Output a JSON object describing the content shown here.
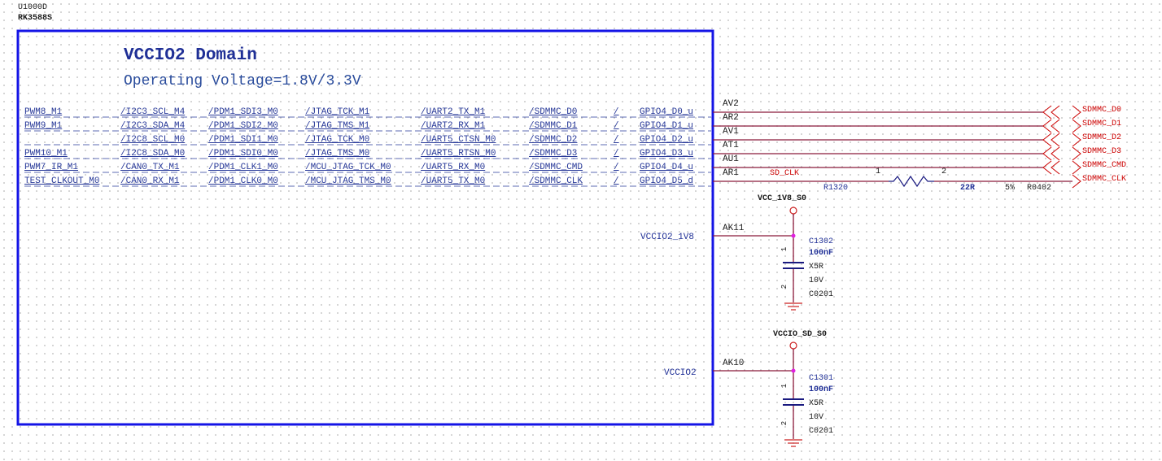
{
  "designator": "U1000D",
  "part": "RK3588S",
  "domain_title": "VCCIO2 Domain",
  "voltage": "Operating Voltage=1.8V/3.3V",
  "pin_rows": [
    [
      "PWM8_M1",
      "/I2C3_SCL_M4",
      "/PDM1_SDI3_M0",
      "/JTAG_TCK_M1",
      "/UART2_TX_M1",
      "/SDMMC_D0",
      "/",
      "GPIO4_D0_u",
      "AV2"
    ],
    [
      "PWM9_M1",
      "/I2C3_SDA_M4",
      "/PDM1_SDI2_M0",
      "/JTAG_TMS_M1",
      "/UART2_RX_M1",
      "/SDMMC_D1",
      "/",
      "GPIO4_D1_u",
      "AR2"
    ],
    [
      "",
      "/I2C8_SCL_M0",
      "/PDM1_SDI1_M0",
      "/JTAG_TCK_M0",
      "/UART5_CTSN_M0",
      "/SDMMC_D2",
      "/",
      "GPIO4_D2_u",
      "AV1"
    ],
    [
      "PWM10_M1",
      "/I2C8_SDA_M0",
      "/PDM1_SDI0_M0",
      "/JTAG_TMS_M0",
      "/UART5_RTSN_M0",
      "/SDMMC_D3",
      "/",
      "GPIO4_D3_u",
      "AT1"
    ],
    [
      "PWM7_IR_M1",
      "/CAN0_TX_M1",
      "/PDM1_CLK1_M0",
      "/MCU_JTAG_TCK_M0",
      "/UART5_RX_M0",
      "/SDMMC_CMD",
      "/",
      "GPIO4_D4_u",
      "AU1"
    ],
    [
      "TEST_CLKOUT_M0",
      "/CAN0_RX_M1",
      "/PDM1_CLK0_M0",
      "/MCU_JTAG_TMS_M0",
      "/UART5_TX_M0",
      "/SDMMC_CLK",
      "/",
      "GPIO4_D5_d",
      "AR1"
    ]
  ],
  "net_ports": [
    "SDMMC_D0",
    "SDMMC_D1",
    "SDMMC_D2",
    "SDMMC_D3",
    "SDMMC_CMD",
    "SDMMC_CLK"
  ],
  "sd_clk_net": "SD_CLK",
  "resistor": {
    "ref": "R1320",
    "pin1": "1",
    "pin2": "2",
    "value": "22R",
    "tolerance": "5%",
    "package": "R0402"
  },
  "power_pins": [
    {
      "net_label": "VCCIO2_1V8",
      "pin": "AK11",
      "rail": "VCC_1V8_S0",
      "cap": {
        "ref": "C1302",
        "value": "100nF",
        "dielectric": "X5R",
        "voltage": "10V",
        "package": "C0201",
        "pin1": "1",
        "pin2": "2"
      }
    },
    {
      "net_label": "VCCIO2",
      "pin": "AK10",
      "rail": "VCCIO_SD_S0",
      "cap": {
        "ref": "C1301",
        "value": "100nF",
        "dielectric": "X5R",
        "voltage": "10V",
        "package": "C0201",
        "pin1": "1",
        "pin2": "2"
      }
    }
  ],
  "colors": {
    "box": "#1414e6",
    "wire": "#8b1a3a",
    "text_blue": "#1f2f96",
    "net_red": "#cc0000",
    "power": "#cc2222",
    "junction": "#e020e0"
  }
}
